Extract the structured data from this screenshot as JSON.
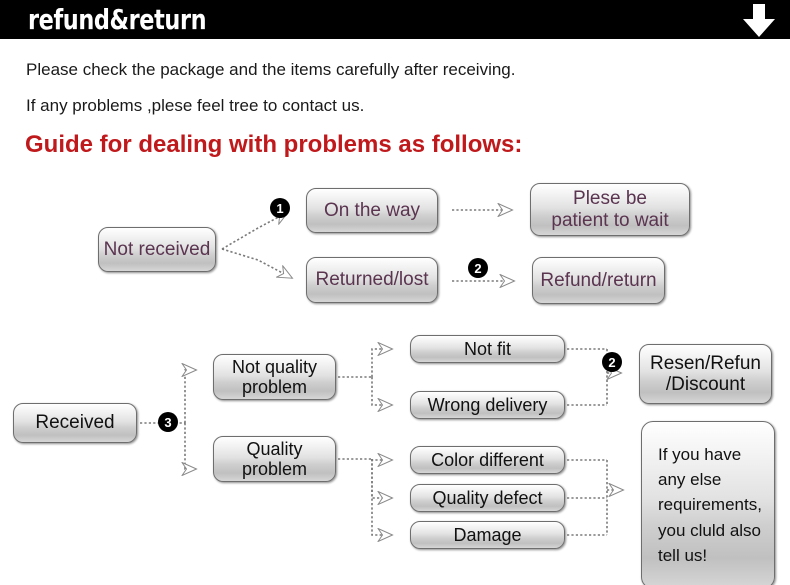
{
  "header": {
    "title": "refund&return",
    "arrow_icon": "arrow-down-icon"
  },
  "intro": {
    "line1": "Please check the package and the items carefully after receiving.",
    "line2": "If any problems ,plese feel tree to contact us.",
    "guide_heading": "Guide for dealing with problems as follows:"
  },
  "colors": {
    "header_background": "#000000",
    "header_text": "#ffffff",
    "heading_red": "#c0191c",
    "node_text_purple": "#5b3450",
    "node_text_dark": "#111111",
    "node_border": "#6e6e6e",
    "badge_background": "#000000",
    "connector": "#7a7a7a"
  },
  "flow_not_received": {
    "start": "Not received",
    "branch_on_the_way": "On the way",
    "branch_returned_lost": "Returned/lost",
    "outcome_wait": "Plese be\npatient to wait",
    "outcome_wait_line1": "Plese be",
    "outcome_wait_line2": "patient to wait",
    "outcome_refund": "Refund/return",
    "badge_1": "1",
    "badge_2": "2"
  },
  "flow_received": {
    "start": "Received",
    "badge_3": "3",
    "badge_2": "2",
    "category_not_quality_line1": "Not quality",
    "category_not_quality_line2": "problem",
    "category_quality_line1": "Quality",
    "category_quality_line2": "problem",
    "issues_not_quality": [
      "Not fit",
      "Wrong delivery"
    ],
    "issues_quality": [
      "Color different",
      "Quality defect",
      "Damage"
    ],
    "outcome_resend_line1": "Resen/Refun",
    "outcome_resend_line2": "/Discount",
    "outcome_contact_line1": "If you have",
    "outcome_contact_line2": "any else",
    "outcome_contact_line3": "requirements,",
    "outcome_contact_line4": "you cluld also",
    "outcome_contact_line5": "tell us!"
  }
}
